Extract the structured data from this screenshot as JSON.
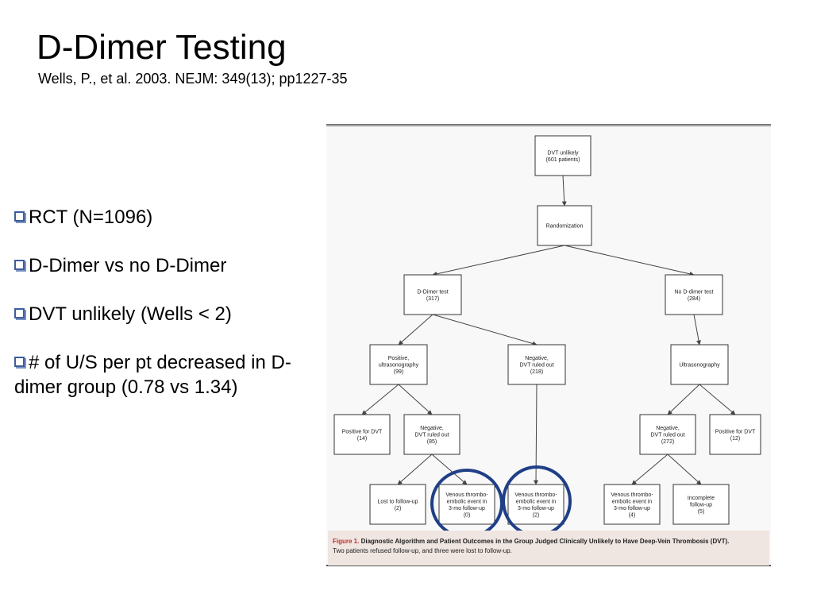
{
  "slide": {
    "title": "D-Dimer Testing",
    "subtitle": "Wells, P., et al. 2003. NEJM: 349(13); pp1227-35",
    "bullets": [
      "RCT (N=1096)",
      "D-Dimer vs no D-Dimer",
      "DVT unlikely (Wells < 2)",
      "# of U/S per pt decreased in D-dimer group (0.78 vs 1.34)"
    ],
    "accent_color": "#1f3f86"
  },
  "figure": {
    "nodes": {
      "dvt_unlikely": [
        "DVT unlikely",
        "(601 patients)"
      ],
      "randomization": [
        "Randomization"
      ],
      "ddimer_test": [
        "D-Dimer test",
        "(317)"
      ],
      "no_ddimer_test": [
        "No  D-dimer test",
        "(284)"
      ],
      "positive_us": [
        "Positive,",
        "ultrasonography",
        "(99)"
      ],
      "negative_dvt_ruled_out_218": [
        "Negative,",
        "DVT ruled out",
        "(218)"
      ],
      "ultrasonography": [
        "Ultrasonography"
      ],
      "positive_for_dvt_14": [
        "Positive for DVT",
        "(14)"
      ],
      "negative_dvt_ruled_out_85": [
        "Negative,",
        "DVT ruled out",
        "(85)"
      ],
      "negative_dvt_ruled_out_272": [
        "Negative,",
        "DVT ruled out",
        "(272)"
      ],
      "positive_for_dvt_12": [
        "Positive for DVT",
        "(12)"
      ],
      "lost_to_follow_up_2": [
        "Lost to follow-up",
        "(2)"
      ],
      "vte_event_0": [
        "Venous thrombo-",
        "embolic event in",
        "3-mo follow-up",
        "(0)"
      ],
      "vte_event_2": [
        "Venous thrombo-",
        "embolic event in",
        "3-mo follow-up",
        "(2)"
      ],
      "vte_event_4": [
        "Venous thrombo-",
        "embolic event in",
        "3-mo follow-up",
        "(4)"
      ],
      "incomplete_follow_up_5": [
        "Incomplete",
        "follow-up",
        "(5)"
      ]
    },
    "caption": {
      "label": "Figure 1.",
      "title": "Diagnostic Algorithm and Patient Outcomes in the Group Judged Clinically Unlikely to Have Deep-Vein Thrombosis (DVT).",
      "note": "Two patients refused follow-up, and three were lost to follow-up."
    }
  }
}
